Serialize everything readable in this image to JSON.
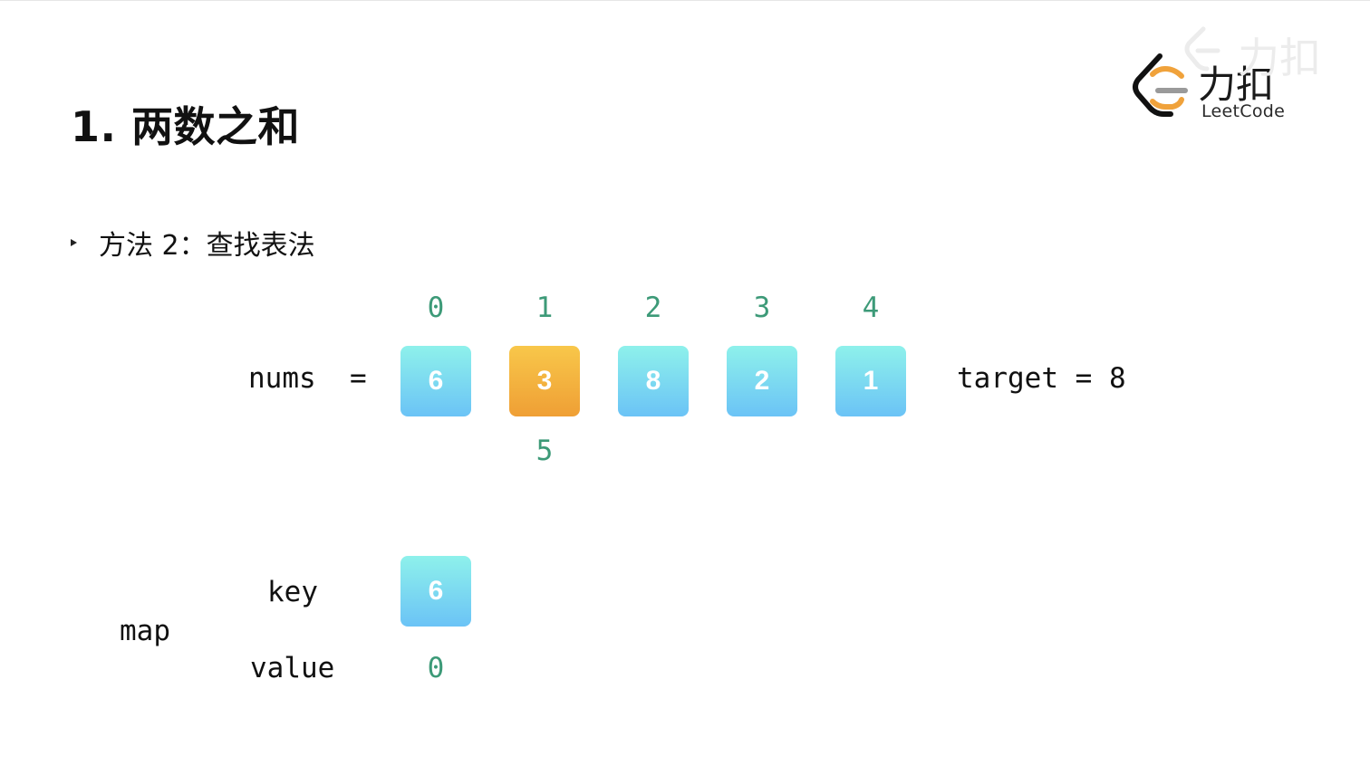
{
  "slide": {
    "title": "1. 两数之和",
    "bullet": "方法 2：查找表法"
  },
  "nums": {
    "label": "nums  =",
    "indices": [
      "0",
      "1",
      "2",
      "3",
      "4"
    ],
    "values": [
      "6",
      "3",
      "8",
      "2",
      "1"
    ],
    "highlight_index": 1,
    "below_highlight": "5"
  },
  "target": {
    "label": "target = 8"
  },
  "map": {
    "label": "map",
    "key_label": "key",
    "value_label": "value",
    "keys": [
      "6"
    ],
    "values": [
      "0"
    ]
  },
  "logo": {
    "cn": "力扣",
    "en": "LeetCode",
    "watermark": "力扣"
  },
  "colors": {
    "index_green": "#3d9a78",
    "box_blue_top": "#8ef1eb",
    "box_blue_bottom": "#6bc3f6",
    "box_orange_top": "#f8c74a",
    "box_orange_bottom": "#ef9f35",
    "logo_orange": "#f0a23b"
  }
}
